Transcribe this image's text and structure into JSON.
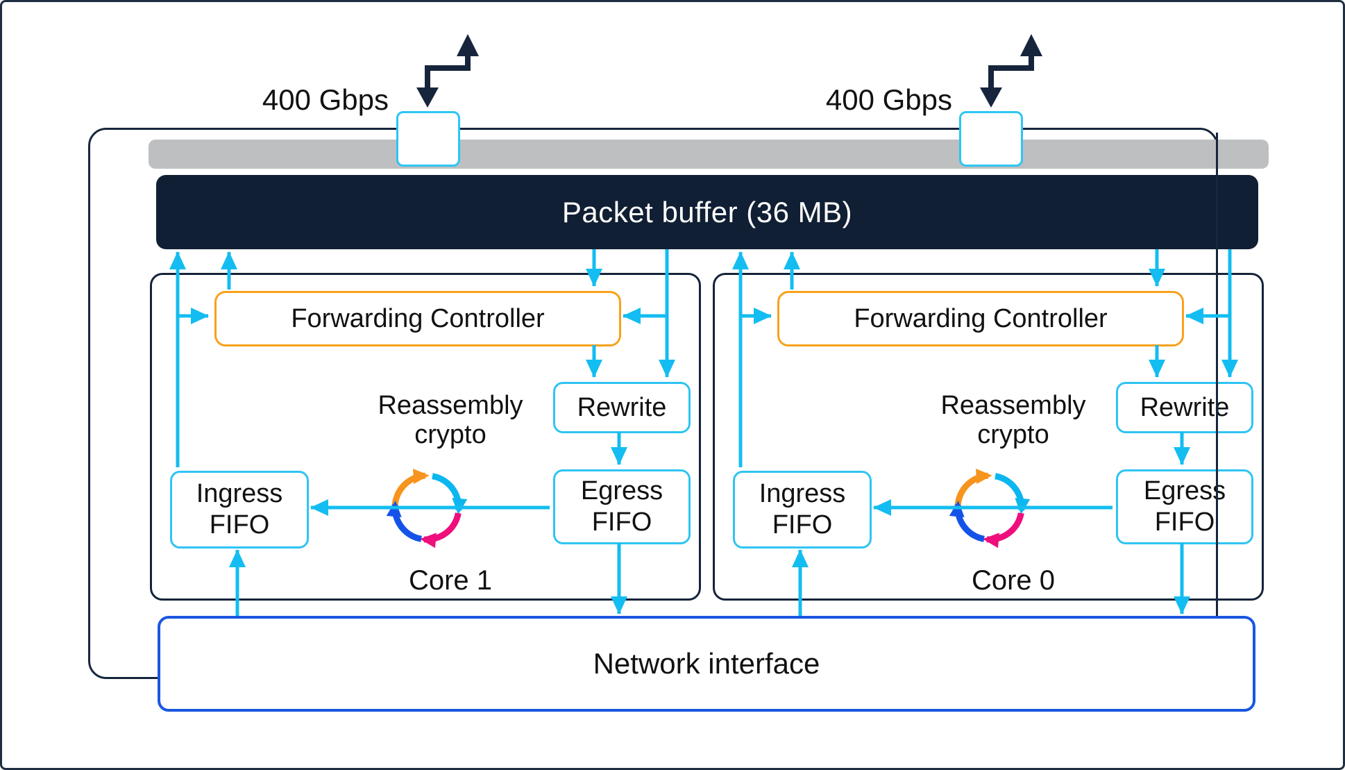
{
  "ports": {
    "left_label": "400 Gbps",
    "right_label": "400 Gbps"
  },
  "packet_buffer": {
    "label": "Packet buffer (36 MB)"
  },
  "cores": [
    {
      "name": "Core 1",
      "forwarding_controller": "Forwarding Controller",
      "reassembly_line1": "Reassembly",
      "reassembly_line2": "crypto",
      "rewrite": "Rewrite",
      "egress_line1": "Egress",
      "egress_line2": "FIFO",
      "ingress_line1": "Ingress",
      "ingress_line2": "FIFO"
    },
    {
      "name": "Core 0",
      "forwarding_controller": "Forwarding Controller",
      "reassembly_line1": "Reassembly",
      "reassembly_line2": "crypto",
      "rewrite": "Rewrite",
      "egress_line1": "Egress",
      "egress_line2": "FIFO",
      "ingress_line1": "Ingress",
      "ingress_line2": "FIFO"
    }
  ],
  "network_interface": {
    "label": "Network interface"
  },
  "colors": {
    "flow_cyan": "#14bdf1",
    "box_cyan_border": "#2fc4f3",
    "controller_orange": "#f9a11b",
    "buffer_navy": "#101f33",
    "line_navy": "#16263c",
    "network_blue": "#1a56e0",
    "bus_gray": "#bdbfc1",
    "cycle_orange": "#f7941e",
    "cycle_cyan": "#0cb6ef",
    "cycle_pink": "#ee0f7c",
    "cycle_blue": "#1553e8"
  }
}
